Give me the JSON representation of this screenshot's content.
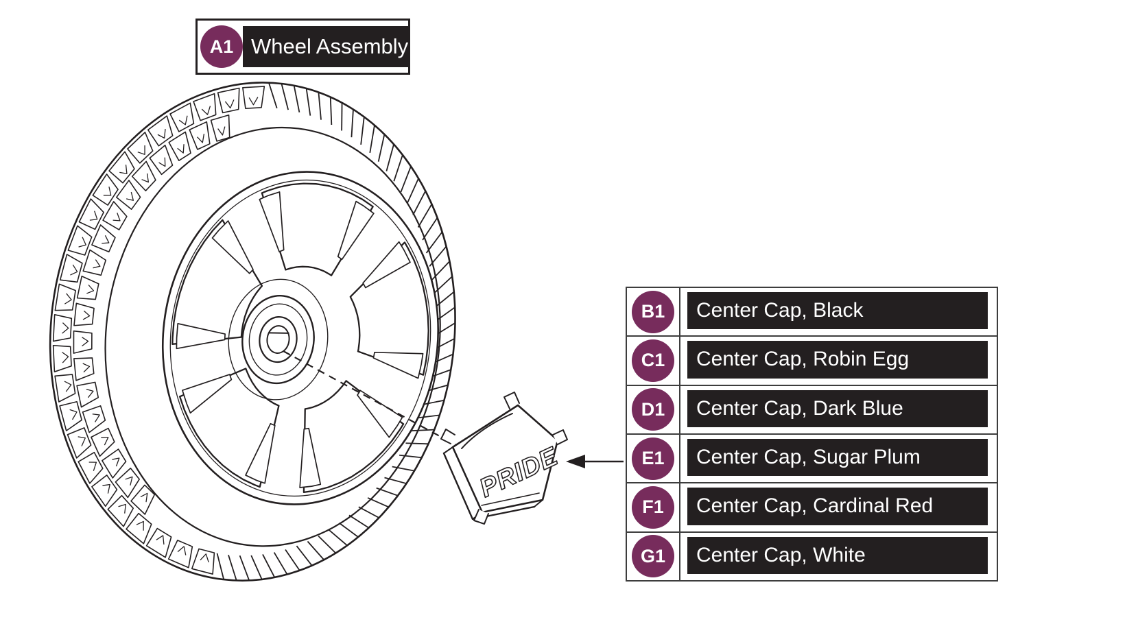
{
  "palette": {
    "badge_fill": "#772C5C",
    "panel_bg": "#231F20",
    "panel_text": "#FFFFFF",
    "line": "#231F20",
    "table_border": "#3D3D3D"
  },
  "callout": {
    "badge": "A1",
    "label": "Wheel Assembly"
  },
  "wheel": {
    "cap_logo": "PRIDE"
  },
  "parts_table": {
    "rows": [
      {
        "badge": "B1",
        "label": "Center Cap, Black"
      },
      {
        "badge": "C1",
        "label": "Center Cap, Robin Egg"
      },
      {
        "badge": "D1",
        "label": "Center Cap, Dark Blue"
      },
      {
        "badge": "E1",
        "label": "Center Cap, Sugar Plum"
      },
      {
        "badge": "F1",
        "label": "Center Cap, Cardinal Red"
      },
      {
        "badge": "G1",
        "label": "Center Cap, White"
      }
    ]
  }
}
